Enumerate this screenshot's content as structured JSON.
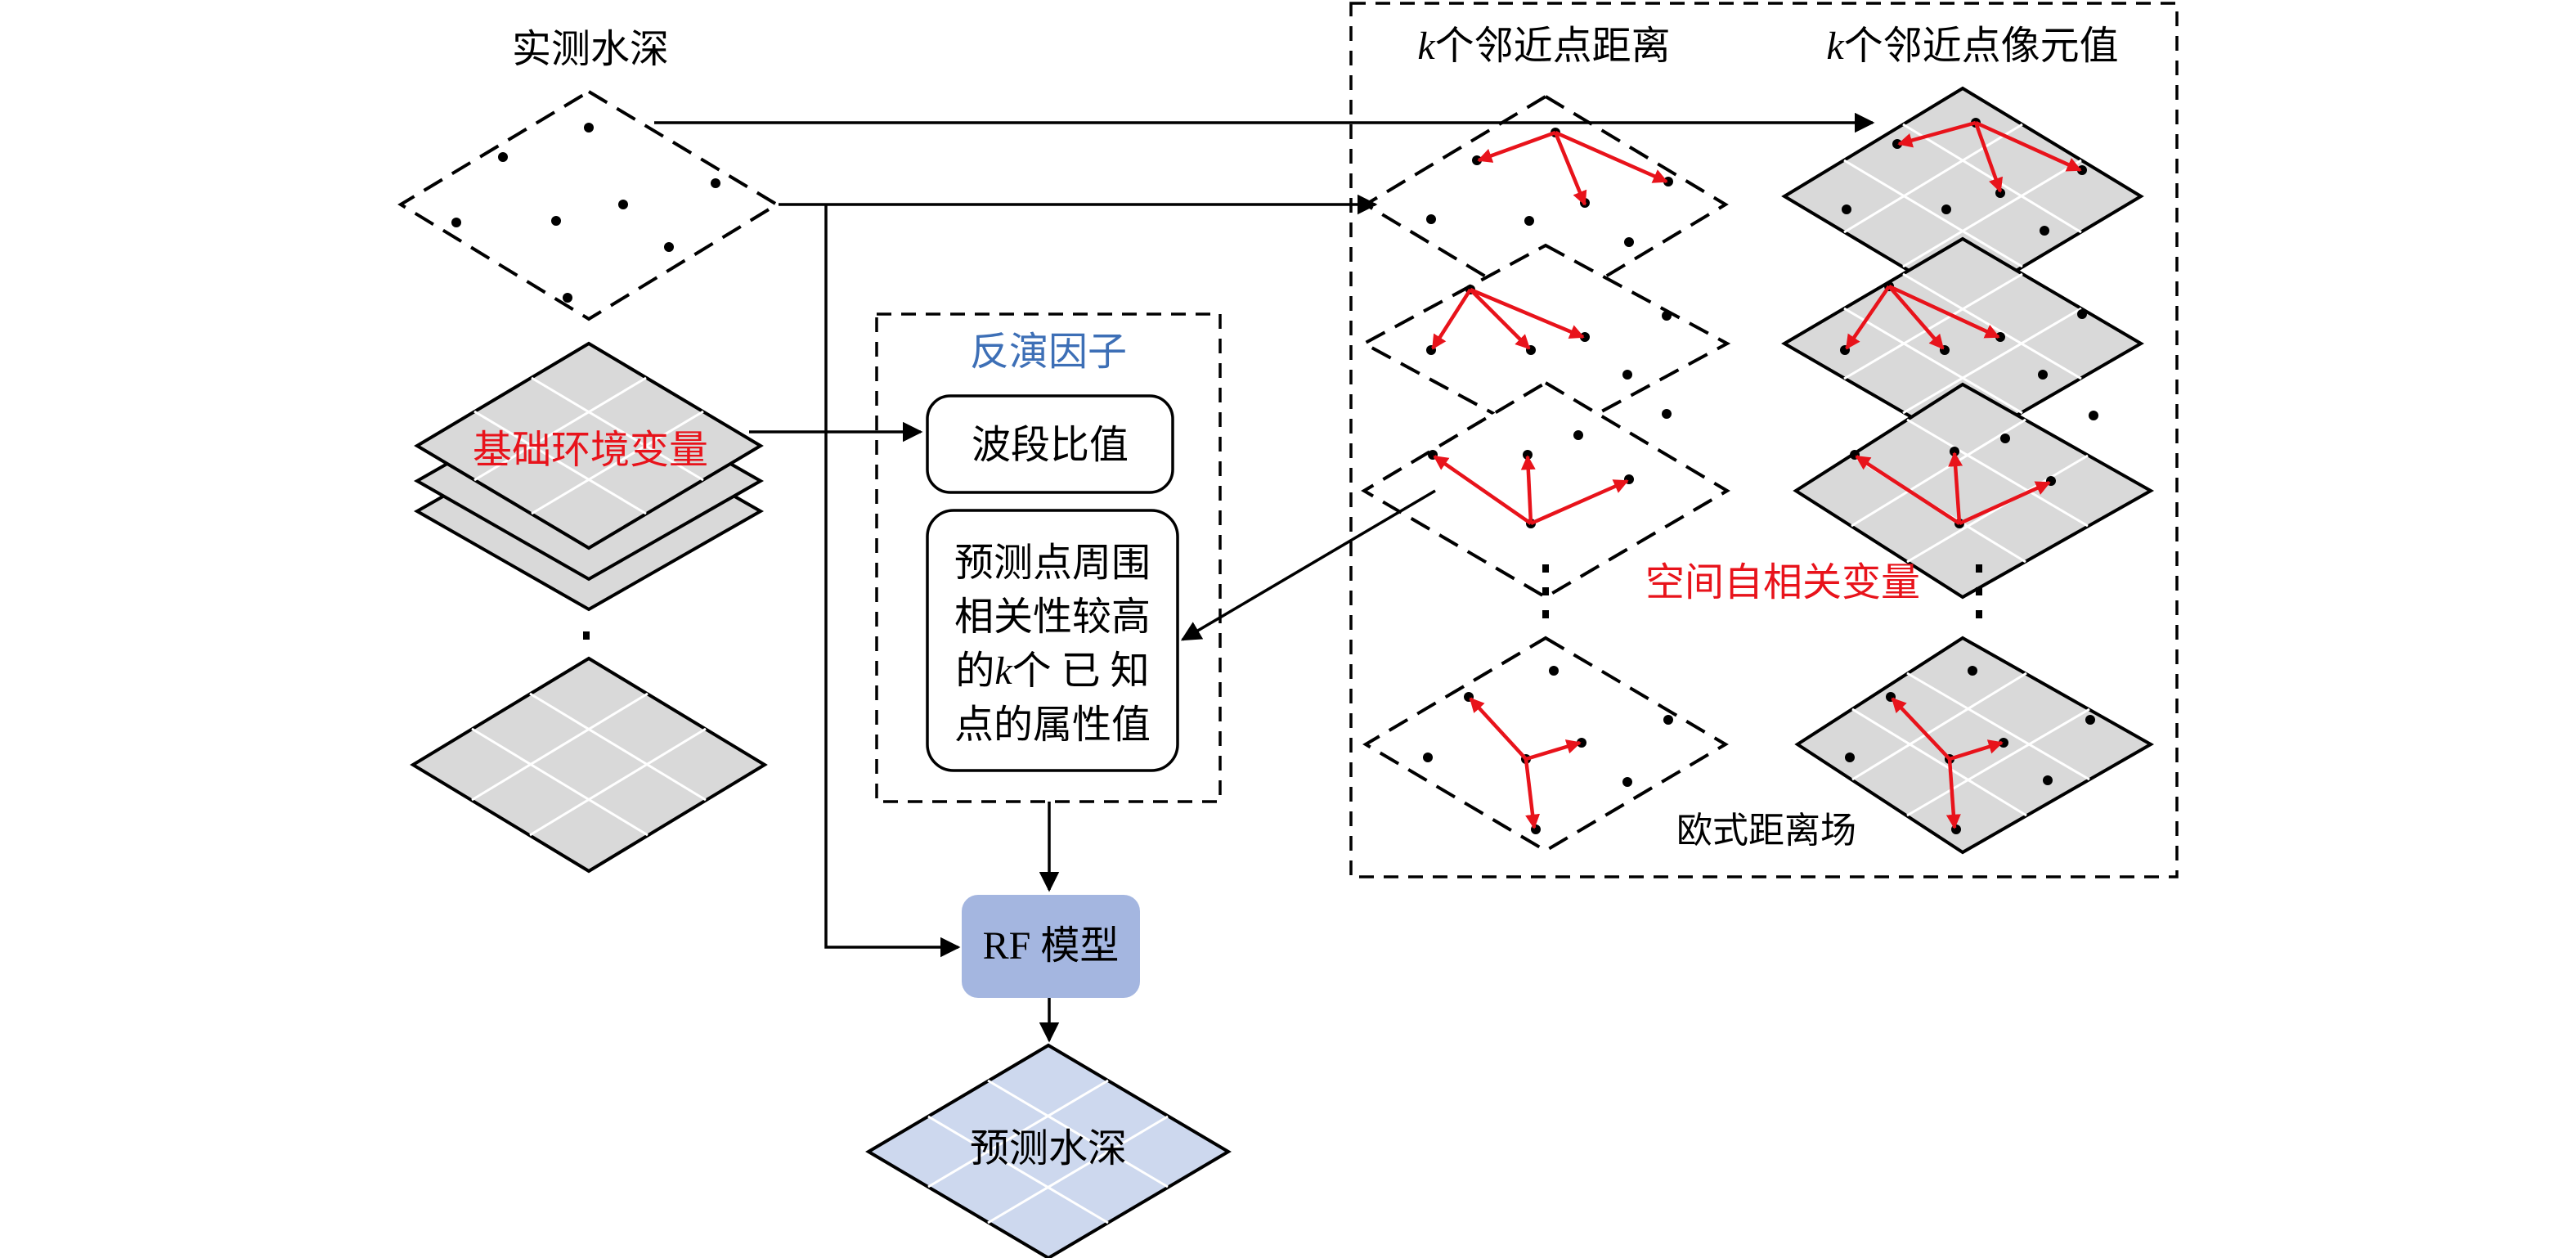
{
  "labels": {
    "measured_depth": "实测水深",
    "base_env_vars": "基础环境变量",
    "inversion_factors": "反演因子",
    "band_ratio": "波段比值",
    "k_points_line1": "预测点周围",
    "k_points_line2": "相关性较高",
    "k_points_line3_a": "的",
    "k_points_line3_k": "k",
    "k_points_line3_b": "个 已 知",
    "k_points_line4": "点的属性值",
    "k_dist_k": "k",
    "k_dist": "个邻近点距离",
    "k_pix_k": "k",
    "k_pix": "个邻近点像元值",
    "spatial_autocorr": "空间自相关变量",
    "euclid_field": "欧式距离场",
    "rf_model": "RF 模型",
    "predicted_depth": "预测水深"
  },
  "colors": {
    "red_text": "#e8131b",
    "blue_text": "#3d6fb6",
    "plate_gray": "#d9d9d9",
    "plate_blue": "#cdd8ee",
    "rf_box": "#a4b6e0",
    "red_arrow": "#e8131b"
  }
}
